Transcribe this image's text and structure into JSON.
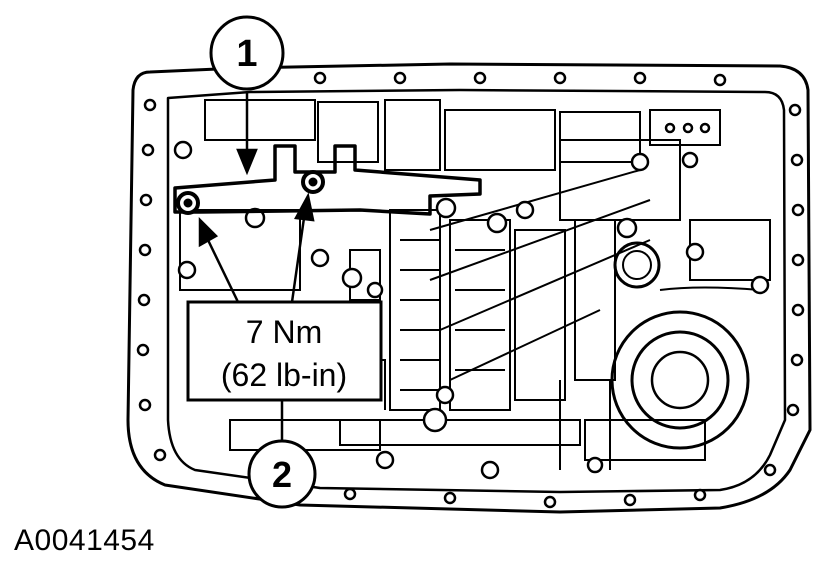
{
  "callouts": {
    "one": "1",
    "two": "2"
  },
  "torque": {
    "metric": "7 Nm",
    "imperial": "(62 lb-in)"
  },
  "figure_id": "A0041454",
  "colors": {
    "ink": "#000000",
    "paper": "#ffffff"
  }
}
